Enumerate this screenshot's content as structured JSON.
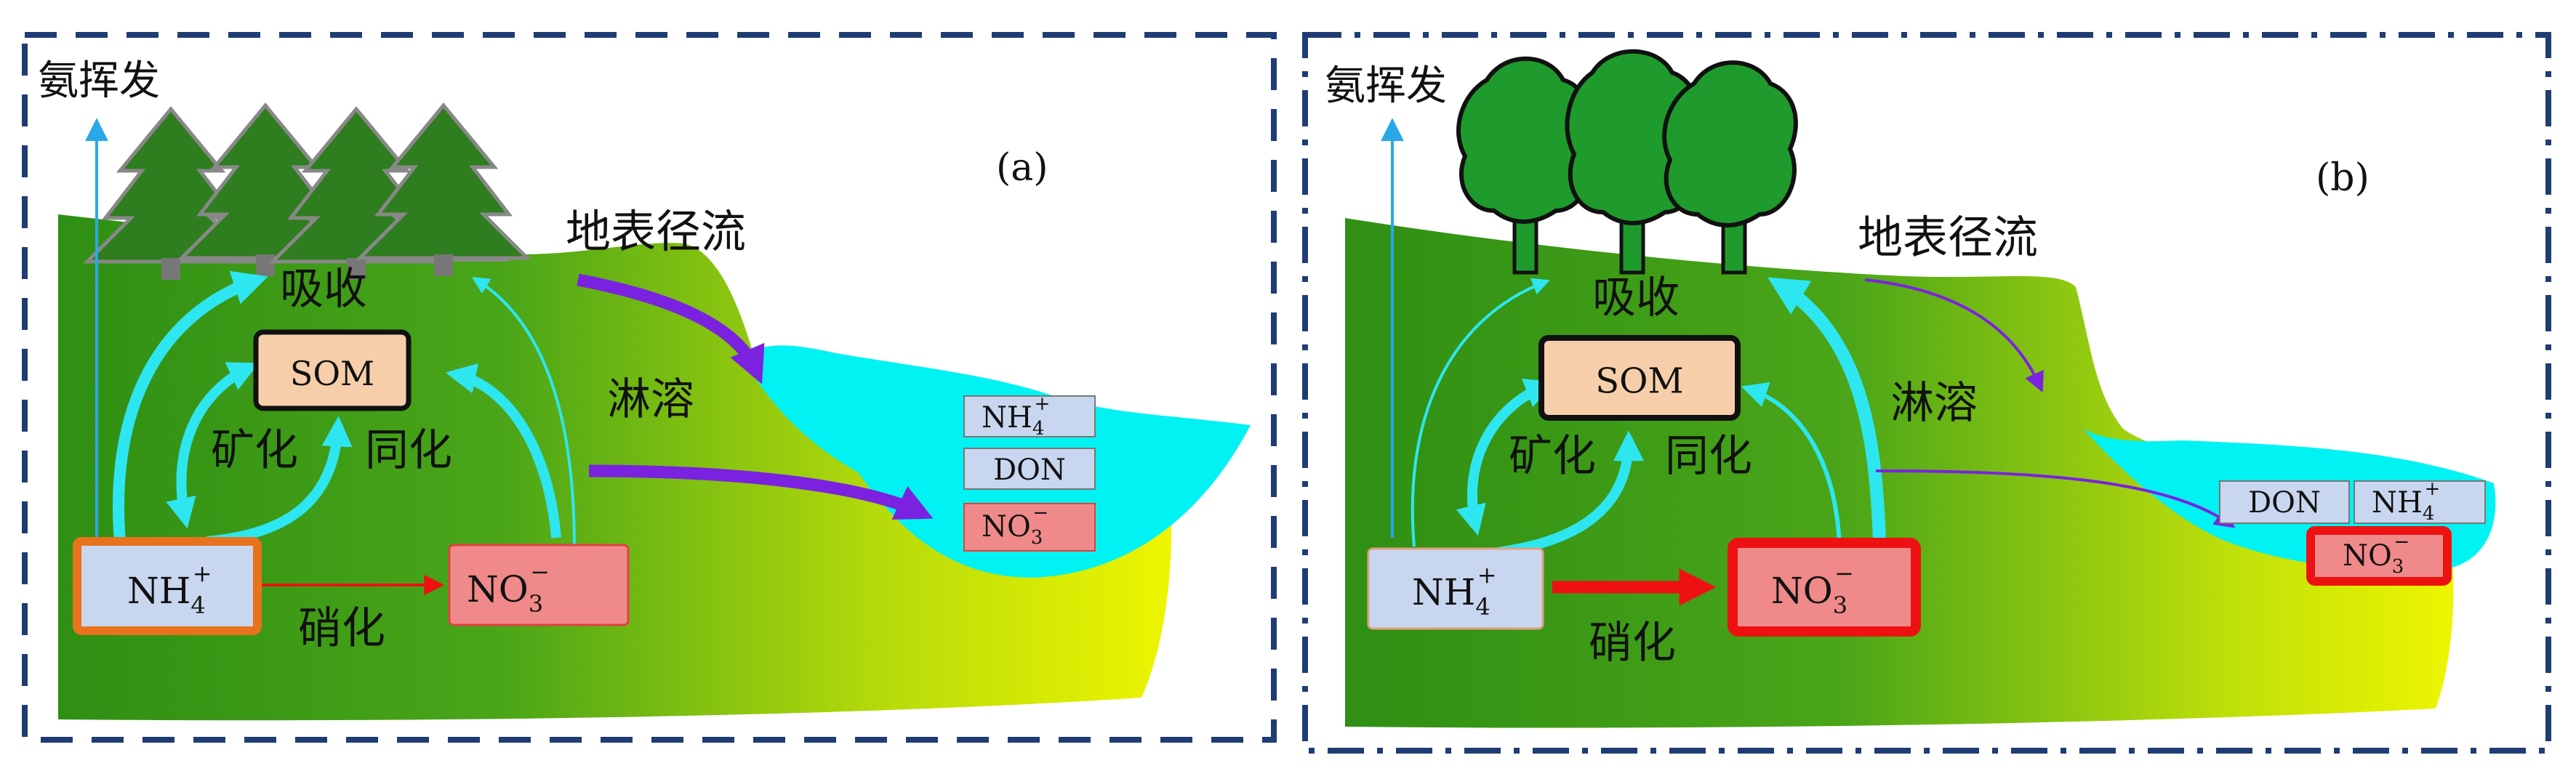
{
  "panel_a": {
    "tag": "(a)",
    "volatilization": "氨挥发",
    "runoff": "地表径流",
    "uptake": "吸收",
    "leaching": "淋溶",
    "som": "SOM",
    "mineralization": "矿化",
    "assimilation": "同化",
    "nitrification": "硝化",
    "nh4": "NH",
    "nh4_sub": "4",
    "nh4_sup": "+",
    "no3": "NO",
    "no3_sub": "3",
    "no3_sup": "−",
    "water_nh4": "NH",
    "water_nh4_sub": "4",
    "water_nh4_sup": "+",
    "water_don": "DON",
    "water_no3": "NO",
    "water_no3_sub": "3",
    "water_no3_sup": "−"
  },
  "panel_b": {
    "tag": "(b)",
    "volatilization": "氨挥发",
    "runoff": "地表径流",
    "uptake": "吸收",
    "leaching": "淋溶",
    "som": "SOM",
    "mineralization": "矿化",
    "assimilation": "同化",
    "nitrification": "硝化",
    "nh4": "NH",
    "nh4_sub": "4",
    "nh4_sup": "+",
    "no3": "NO",
    "no3_sub": "3",
    "no3_sup": "−",
    "water_don": "DON",
    "water_nh4": "NH",
    "water_nh4_sub": "4",
    "water_nh4_sup": "+",
    "water_no3": "NO",
    "water_no3_sub": "3",
    "water_no3_sup": "−"
  },
  "colors": {
    "frame": "#1f3c73",
    "cyan_arrow": "#2ee6f0",
    "purple_arrow": "#7a22e0",
    "water": "#00f2f2",
    "som_fill": "#f6cfaa",
    "nh4_fill": "#c9d6ef",
    "no3_fill": "#f08a8a",
    "orange_border": "#e8731c",
    "red": "#ee1111",
    "soil_dark": "#2f8f14",
    "soil_light": "#e8f200",
    "conifer": "#2e7d1e",
    "broadleaf": "#1f9a2c"
  }
}
